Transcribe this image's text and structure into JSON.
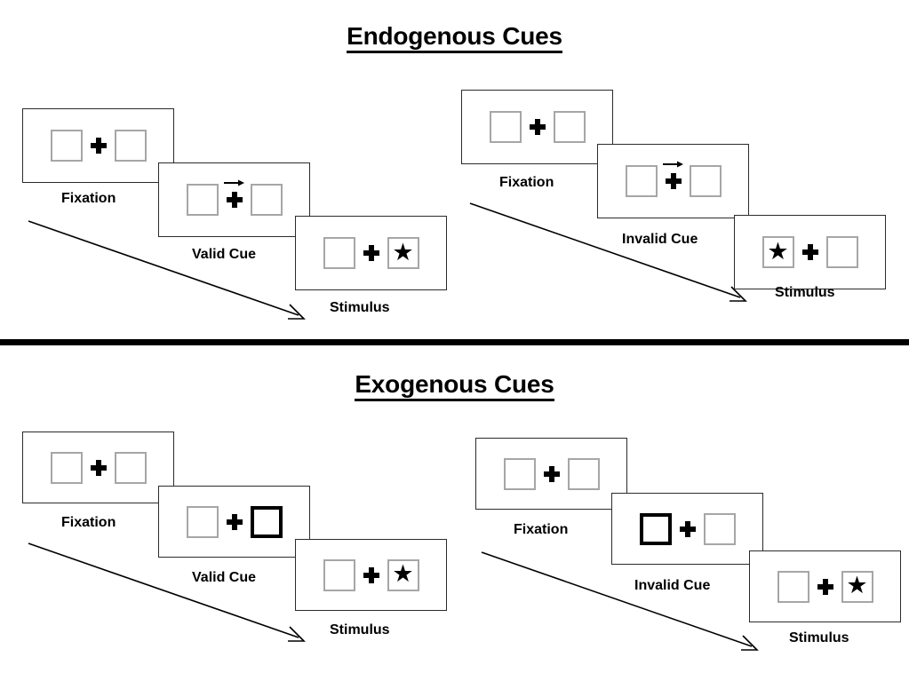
{
  "figure": {
    "type": "experimental-paradigm-diagram",
    "description": "Posner cueing paradigm trial sequences for endogenous and exogenous cues"
  },
  "sections": [
    {
      "key": "endogenous",
      "title": "Endogenous Cues",
      "groups": [
        {
          "key": "valid",
          "frames": [
            {
              "label": "Fixation",
              "left_box": "empty",
              "right_box": "empty",
              "cue": "none",
              "cross": "plus"
            },
            {
              "label": "Valid Cue",
              "left_box": "empty",
              "right_box": "empty",
              "cue": "arrow-right",
              "cross": "plus"
            },
            {
              "label": "Stimulus",
              "left_box": "empty",
              "right_box": "star",
              "cue": "none",
              "cross": "plus"
            }
          ]
        },
        {
          "key": "invalid",
          "frames": [
            {
              "label": "Fixation",
              "left_box": "empty",
              "right_box": "empty",
              "cue": "none",
              "cross": "plus"
            },
            {
              "label": "Invalid Cue",
              "left_box": "empty",
              "right_box": "empty",
              "cue": "arrow-right",
              "cross": "plus"
            },
            {
              "label": "Stimulus",
              "left_box": "star",
              "right_box": "empty",
              "cue": "none",
              "cross": "plus"
            }
          ]
        }
      ]
    },
    {
      "key": "exogenous",
      "title": "Exogenous Cues",
      "groups": [
        {
          "key": "valid",
          "frames": [
            {
              "label": "Fixation",
              "left_box": "empty",
              "right_box": "empty",
              "cue": "none",
              "cross": "plus"
            },
            {
              "label": "Valid Cue",
              "left_box": "empty",
              "right_box": "highlight",
              "cue": "box-flash-right",
              "cross": "plus"
            },
            {
              "label": "Stimulus",
              "left_box": "empty",
              "right_box": "star",
              "cue": "none",
              "cross": "plus"
            }
          ]
        },
        {
          "key": "invalid",
          "frames": [
            {
              "label": "Fixation",
              "left_box": "empty",
              "right_box": "empty",
              "cue": "none",
              "cross": "plus"
            },
            {
              "label": "Invalid Cue",
              "left_box": "highlight",
              "right_box": "empty",
              "cue": "box-flash-left",
              "cross": "plus"
            },
            {
              "label": "Stimulus",
              "left_box": "empty",
              "right_box": "star",
              "cue": "none",
              "cross": "plus"
            }
          ]
        }
      ]
    }
  ],
  "glyphs": {
    "star": "★",
    "fixation_cross": "plus-sign",
    "cue_arrow": "arrow-right-icon",
    "sequence_arrow": "diagonal-arrow-icon"
  },
  "colors": {
    "ink": "#000000",
    "panel_border": "#2b2b2b",
    "box_border": "#a6a6a6",
    "cued_box_border": "#000000",
    "background": "#ffffff"
  }
}
